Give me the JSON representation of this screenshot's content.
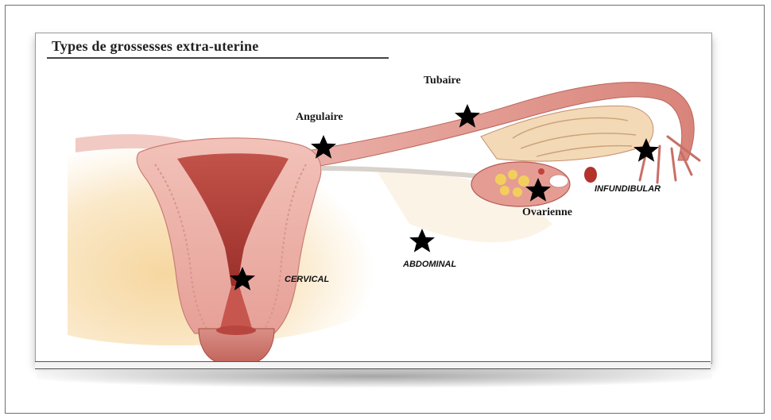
{
  "title": "Types de grossesses extra-uterine",
  "labels": {
    "tubaire": "Tubaire",
    "angulaire": "Angulaire",
    "infundibular": "INFUNDIBULAR",
    "ovarienne": "Ovarienne",
    "abdominal": "ABDOMINAL",
    "cervical": "CERVICAL"
  },
  "colors": {
    "tissue_pink": "#e8a39c",
    "tissue_light": "#f3c6bf",
    "cavity_red": "#b9433c",
    "background_warm": "#f4d9a8",
    "star": "#000000"
  },
  "markers": [
    "star-icon",
    "star-icon",
    "star-icon",
    "star-icon",
    "star-icon",
    "star-icon"
  ]
}
